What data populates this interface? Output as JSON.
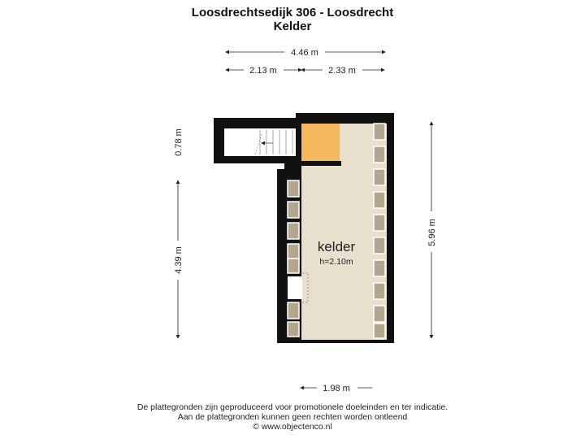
{
  "header": {
    "title": "Loosdrechtsedijk 306 - Loosdrecht",
    "subtitle": "Kelder"
  },
  "dimensions": {
    "total_width": "4.46 m",
    "width_left": "2.13 m",
    "width_right": "2.33 m",
    "stair_depth": "0.78 m",
    "left_length": "4.39 m",
    "total_length": "5.96 m",
    "bottom_width": "1.98 m"
  },
  "room": {
    "name": "kelder",
    "height": "h=2.10m"
  },
  "colors": {
    "wall": "#111111",
    "floor": "#e8e0cc",
    "insulation": "#b3a68c",
    "stair_landing": "#f6b95d",
    "dimension_line": "#222222"
  },
  "footer": {
    "line1": "De plattegronden zijn geproduceerd voor promotionele doeleinden en ter indicatie.",
    "line2": "Aan de plattegronden kunnen geen rechten worden ontleend",
    "line3": "© www.objectenco.nl"
  }
}
